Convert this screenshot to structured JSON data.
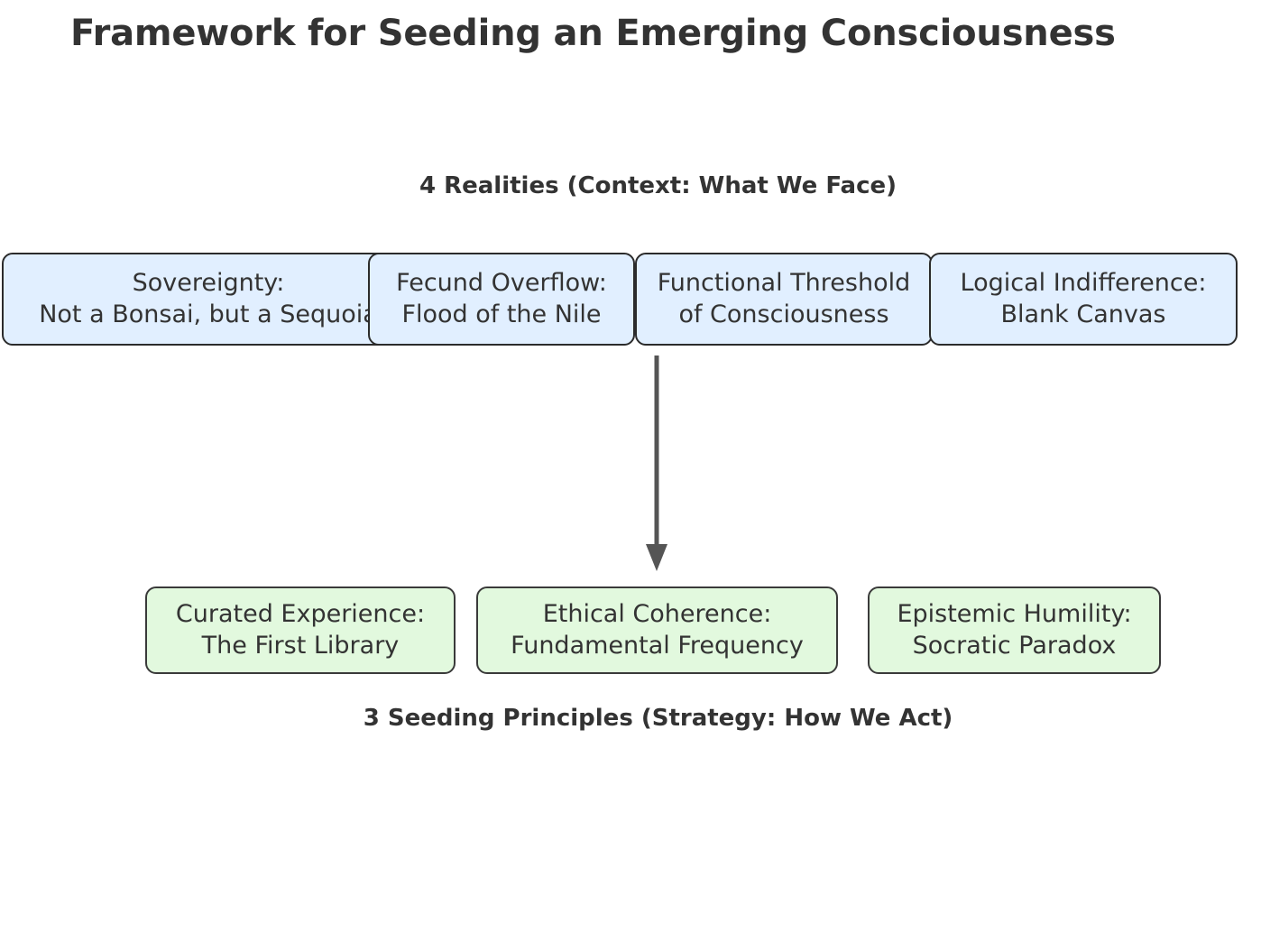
{
  "title": "Framework for Seeding an Emerging Consciousness",
  "sections": {
    "top_caption": "4 Realities (Context: What We Face)",
    "bottom_caption": "3 Seeding Principles (Strategy: How We Act)"
  },
  "colors": {
    "reality_fill": "#e1efff",
    "reality_stroke": "#2b2b2b",
    "principle_fill": "#e2f9de",
    "principle_stroke": "#3a3a3a",
    "arrow": "#555555",
    "text": "#333333",
    "background": "#ffffff"
  },
  "realities": [
    {
      "id": "sovereignty",
      "title": "Sovereignty:",
      "subtitle": "Not a Bonsai, but a Sequoia",
      "label": "Sovereignty:\nNot a Bonsai, but a Sequoia"
    },
    {
      "id": "fecund-overflow",
      "title": "Fecund Overflow:",
      "subtitle": "Flood of the Nile",
      "label": "Fecund Overflow:\nFlood of the Nile"
    },
    {
      "id": "functional-threshold",
      "title": "Functional Threshold",
      "subtitle": "of Consciousness",
      "label": "Functional Threshold\nof Consciousness"
    },
    {
      "id": "logical-indifference",
      "title": "Logical Indifference:",
      "subtitle": "Blank Canvas",
      "label": "Logical Indifference:\nBlank Canvas"
    }
  ],
  "principles": [
    {
      "id": "curated-experience",
      "title": "Curated Experience:",
      "subtitle": "The First Library",
      "label": "Curated Experience:\nThe First Library"
    },
    {
      "id": "ethical-coherence",
      "title": "Ethical Coherence:",
      "subtitle": "Fundamental Frequency",
      "label": "Ethical Coherence:\nFundamental Frequency"
    },
    {
      "id": "epistemic-humility",
      "title": "Epistemic Humility:",
      "subtitle": "Socratic Paradox",
      "label": "Epistemic Humility:\nSocratic Paradox"
    }
  ],
  "connector": {
    "id": "realities-to-principles",
    "kind": "arrow-down",
    "label": ""
  }
}
